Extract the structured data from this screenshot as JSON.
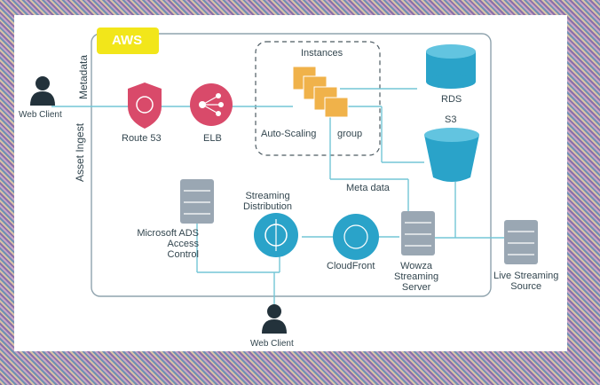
{
  "badge": {
    "text": "AWS"
  },
  "labels": {
    "web_client_left": "Web Client",
    "metadata": "Metadata",
    "asset_ingest": "Asset Ingest",
    "instances": "Instances",
    "rds": "RDS",
    "s3": "S3",
    "route53": "Route 53",
    "elb": "ELB",
    "autoscaling": "Auto-Scaling",
    "group": "group",
    "meta_data": "Meta data",
    "streaming_distribution": "Streaming\nDistribution",
    "microsoft_ads": "Microsoft ADS\nAccess\nControl",
    "cloudfront": "CloudFront",
    "wowza": "Wowza\nStreaming\nServer",
    "live_streaming": "Live Streaming\nSource",
    "web_client_bottom": "Web Client"
  },
  "colors": {
    "line": "#73c6d6",
    "route53": "#d94a6a",
    "elb": "#d94a6a",
    "instances": "#f0b24a",
    "rds": "#2aa3c9",
    "s3": "#2aa3c9",
    "cloudfront": "#2aa3c9",
    "server": "#9aa7b3",
    "user": "#23323b",
    "badge": "#f2e61a"
  }
}
